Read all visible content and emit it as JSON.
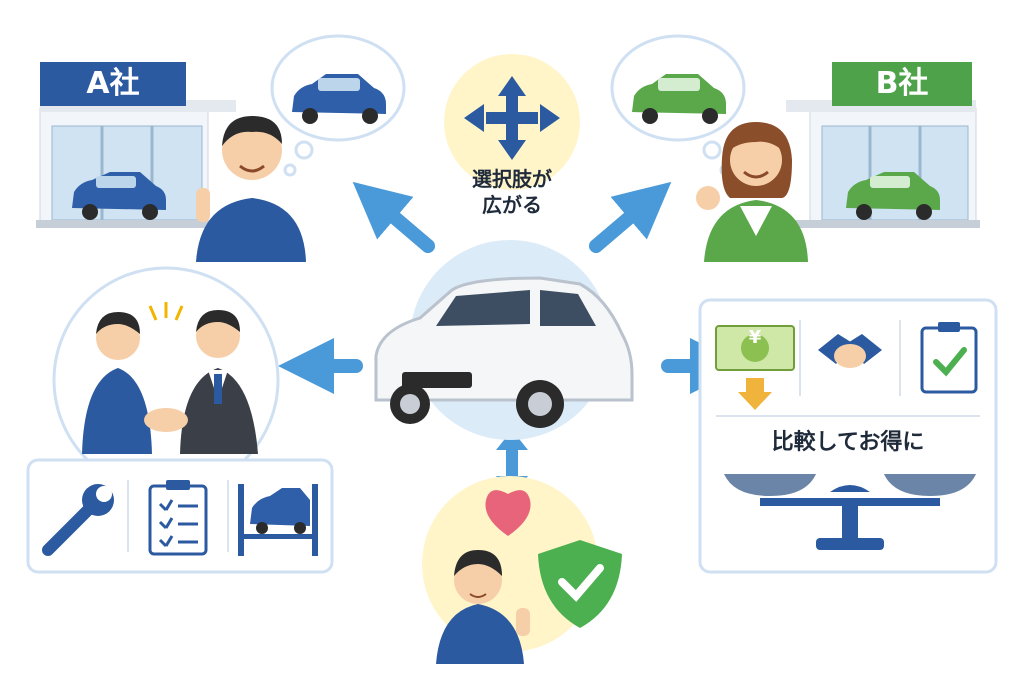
{
  "company_a": {
    "sign": "A社"
  },
  "company_b": {
    "sign": "B社"
  },
  "center_top": {
    "caption_line1": "選択肢が",
    "caption_line2": "広がる"
  },
  "right_panel": {
    "caption": "比較してお得に",
    "bill_symbol": "¥"
  },
  "colors": {
    "blue_brand": "#2c5aa0",
    "green_brand": "#4ea34a",
    "arrow": "#4a9ad9",
    "panel_border": "#cfe0f3",
    "heart": "#e8647a",
    "shield": "#4caf50",
    "sky_circle": "#dcebf8",
    "yellow_circle": "#fff5c9"
  },
  "icons": {
    "left_panel": [
      "wrench-icon",
      "checklist-icon",
      "car-lift-icon"
    ],
    "right_panel": [
      "yen-bill-icon",
      "handshake-icon",
      "clipboard-check-icon",
      "balance-scale-icon"
    ],
    "center_top": "four-way-arrows-icon",
    "bottom": [
      "heart-icon",
      "shield-check-icon"
    ]
  }
}
